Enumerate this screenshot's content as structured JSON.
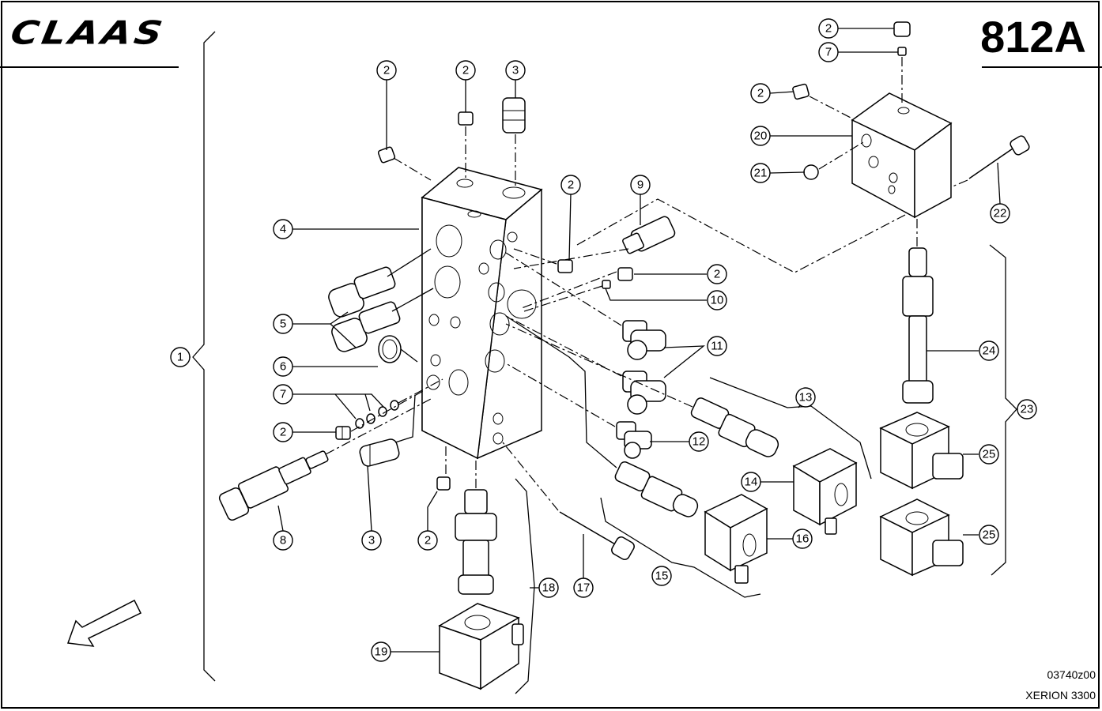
{
  "brand": {
    "logo_text": "CLAAS"
  },
  "page": {
    "code": "812A",
    "drawing_number": "03740z00",
    "model": "XERION 3300"
  },
  "callouts": {
    "c1": "1",
    "c2a": "2",
    "c2b": "2",
    "c2c": "2",
    "c2d": "2",
    "c2e": "2",
    "c2f": "2",
    "c2g": "2",
    "c2h": "2",
    "c3a": "3",
    "c3b": "3",
    "c4": "4",
    "c5": "5",
    "c6": "6",
    "c7a": "7",
    "c7b": "7",
    "c8": "8",
    "c9": "9",
    "c10": "10",
    "c11": "11",
    "c12": "12",
    "c13": "13",
    "c14": "14",
    "c15": "15",
    "c16": "16",
    "c17": "17",
    "c18": "18",
    "c19": "19",
    "c20": "20",
    "c21": "21",
    "c22": "22",
    "c23": "23",
    "c24": "24",
    "c25a": "25",
    "c25b": "25"
  },
  "icons": {
    "direction_arrow": "arrow-down-left-icon"
  }
}
